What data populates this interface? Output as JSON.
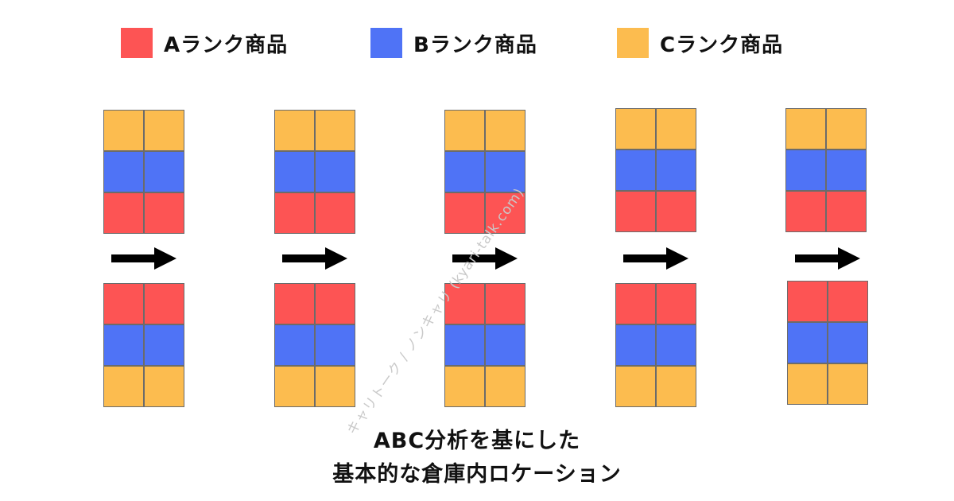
{
  "colors": {
    "a_rank": "#fd5454",
    "b_rank": "#4f73f6",
    "c_rank": "#fcbc4f",
    "arrow": "#000000"
  },
  "legend": [
    {
      "key": "a_rank",
      "label": "Aランク商品"
    },
    {
      "key": "b_rank",
      "label": "Bランク商品"
    },
    {
      "key": "c_rank",
      "label": "Cランク商品"
    }
  ],
  "shelves": {
    "before_rows": [
      "c_rank",
      "b_rank",
      "a_rank"
    ],
    "after_rows": [
      "a_rank",
      "b_rank",
      "c_rank"
    ],
    "count": 5
  },
  "watermark": "キャリトーク / ノンキャリ (kyari-talk.com)",
  "caption": {
    "line1": "ABC分析を基にした",
    "line2": "基本的な倉庫内ロケーション"
  }
}
